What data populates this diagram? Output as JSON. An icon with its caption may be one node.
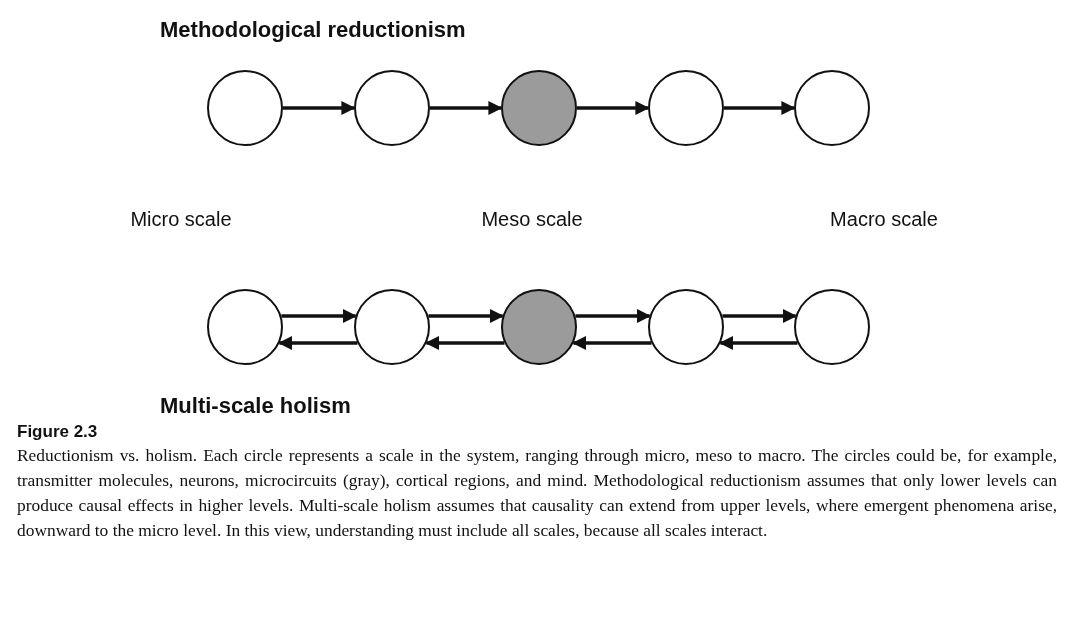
{
  "diagram": {
    "title": "Methodological reductionism",
    "caption": "Reductionism vs. holism. Each circle represents a scale in the system, ranging through micro, meso to macro. The circles could be, for example, transmitter molecules, neurons, microcircuits (gray), cortical regions, and mind. Methodological reductionism assumes that only lower levels can produce causal effects in higher levels. Multi-scale holism assumes that causality can extend from upper levels, where emergent phenomena arise, downward to the micro level. In this view, understanding must include all scales, because all scales interact.",
    "nodes": [
      {
        "text": [],
        "shape": "circle"
      },
      {
        "text": [],
        "shape": "circle"
      },
      {
        "text": [],
        "shape": "circle"
      },
      {
        "text": [],
        "shape": "circle"
      },
      {
        "text": [],
        "shape": "circle"
      },
      {
        "text": [],
        "shape": "circle"
      },
      {
        "text": [],
        "shape": "circle"
      },
      {
        "text": [],
        "shape": "circle"
      },
      {
        "text": [],
        "shape": "circle"
      },
      {
        "text": [],
        "shape": "circle"
      }
    ],
    "edges": [
      {
        "from": 0,
        "to": 1,
        "arrow": "to"
      },
      {
        "from": 1,
        "to": 2,
        "arrow": "to"
      },
      {
        "from": 2,
        "to": 3,
        "arrow": "to"
      },
      {
        "from": 3,
        "to": 4,
        "arrow": "to"
      },
      {
        "from": 5,
        "to": 6,
        "arrow": "to"
      },
      {
        "from": 6,
        "to": 5,
        "arrow": "to"
      },
      {
        "from": 6,
        "to": 7,
        "arrow": "to"
      },
      {
        "from": 7,
        "to": 6,
        "arrow": "to"
      },
      {
        "from": 7,
        "to": 8,
        "arrow": "to"
      },
      {
        "from": 8,
        "to": 7,
        "arrow": "to"
      },
      {
        "from": 8,
        "to": 9,
        "arrow": "to"
      },
      {
        "from": 9,
        "to": 8,
        "arrow": "to"
      }
    ],
    "labels": [
      "Micro scale",
      "Meso scale",
      "Macro scale",
      "Multi-scale holism",
      "Figure 2.3"
    ]
  }
}
